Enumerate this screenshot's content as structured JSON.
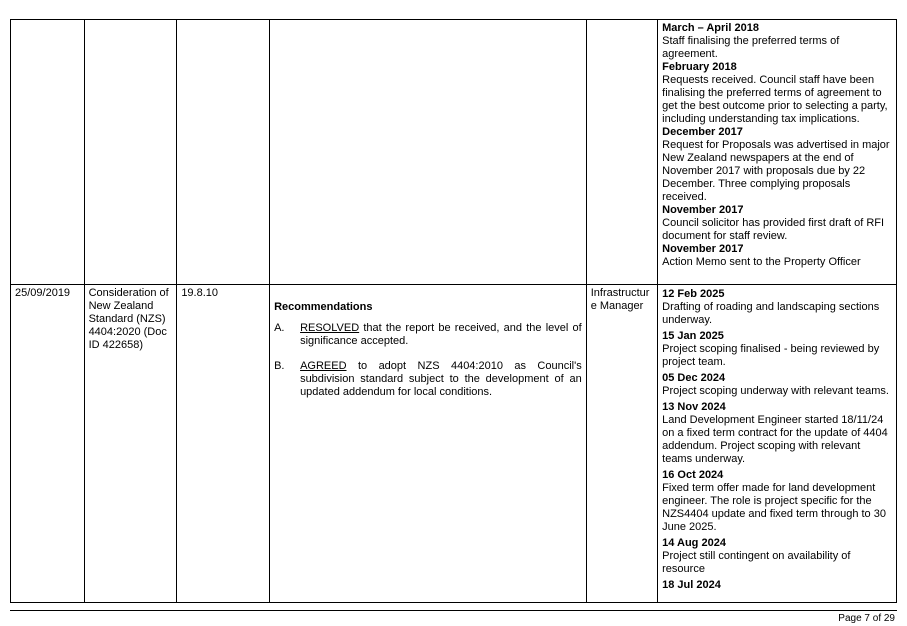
{
  "row_prev": {
    "updates": [
      {
        "date": "March – April 2018",
        "text": "Staff finalising the preferred terms of agreement."
      },
      {
        "date": "February 2018",
        "text": "Requests received. Council staff have been finalising the preferred terms of agreement to get the best outcome prior to selecting a party, including understanding tax implications."
      },
      {
        "date": "December 2017",
        "text": "Request for Proposals was advertised in major New Zealand newspapers at the end of November 2017 with proposals due by 22 December. Three complying proposals received."
      },
      {
        "date": "November 2017",
        "text": "Council solicitor has provided first draft of RFI document for staff review."
      },
      {
        "date": "November 2017",
        "text": "Action Memo sent to the Property Officer"
      }
    ]
  },
  "row_main": {
    "date": "25/09/2019",
    "subject": "Consideration of New Zealand Standard (NZS) 4404:2020 (Doc ID 422658)",
    "item": "19.8.10",
    "recommendations_title": "Recommendations",
    "recs": [
      {
        "letter": "A.",
        "keyword": "RESOLVED",
        "text": " that the report be received, and the level of significance accepted."
      },
      {
        "letter": "B.",
        "keyword": "AGREED",
        "text": " to adopt NZS 4404:2010 as Council's subdivision standard subject to the development of an updated addendum for local conditions."
      }
    ],
    "officer": "Infrastructure Manager",
    "updates": [
      {
        "date": "12 Feb 2025",
        "text": "Drafting of roading and landscaping sections underway."
      },
      {
        "date": "15 Jan 2025",
        "text": "Project scoping finalised - being reviewed by project team."
      },
      {
        "date": "05 Dec 2024",
        "text": "Project scoping underway with relevant teams."
      },
      {
        "date": "13 Nov 2024",
        "text": "Land Development Engineer started 18/11/24 on a fixed term contract for the update of 4404 addendum. Project scoping with relevant teams underway."
      },
      {
        "date": "16 Oct 2024",
        "text": "Fixed term offer made for land development engineer. The role is project specific for the NZS4404 update and fixed term through to 30 June 2025."
      },
      {
        "date": "14 Aug 2024",
        "text": "Project still contingent on availability of resource"
      },
      {
        "date": "18 Jul 2024",
        "text": ""
      }
    ]
  },
  "footer": {
    "page": "Page 7 of 29"
  }
}
